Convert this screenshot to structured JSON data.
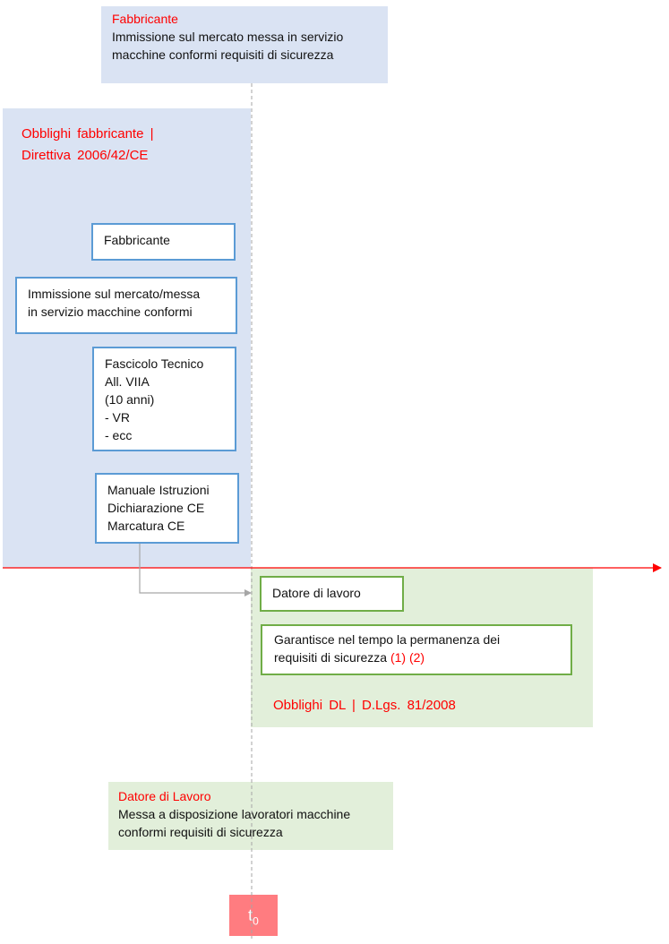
{
  "top_box": {
    "title": "Fabbricante",
    "line1": "Immissione sul mercato messa in servizio",
    "line2": "macchine conformi requisiti di sicurezza"
  },
  "manufacturer_panel": {
    "title_line1": "Obblighi fabbricante  |",
    "title_line2": "Direttiva 2006/42/CE",
    "box_fabbricante": "Fabbricante",
    "box_immissione": {
      "line1": "Immissione sul mercato/messa",
      "line2": "in servizio macchine conformi"
    },
    "box_fascicolo": {
      "line1": "Fascicolo Tecnico",
      "line2": "All. VIIA",
      "line3": "(10 anni)",
      "line4": "- VR",
      "line5": "- ecc"
    },
    "box_manuale": {
      "line1": "Manuale Istruzioni",
      "line2": "Dichiarazione CE",
      "line3": "Marcatura CE"
    }
  },
  "employer_panel": {
    "box_datore": "Datore di lavoro",
    "box_garantisce": {
      "line1": "Garantisce nel tempo la permanenza dei",
      "line2_text": "requisiti di sicurezza ",
      "line2_refs": "(1) (2)"
    },
    "caption": "Obblighi DL | D.Lgs. 81/2008"
  },
  "bottom_box": {
    "title": "Datore di Lavoro",
    "line1": "Messa a disposizione lavoratori macchine",
    "line2": "conformi requisiti di sicurezza"
  },
  "t0_marker": {
    "label": "t",
    "subscript": "0"
  },
  "colors": {
    "blue_panel": "#dae3f3",
    "green_panel": "#e2efda",
    "blue_border": "#5b9bd5",
    "green_border": "#70ad47",
    "red_accent": "#ff0000",
    "t0_fill": "#ff7c80",
    "timeline": "#ff0000",
    "guide_line": "#a6a6a6"
  }
}
